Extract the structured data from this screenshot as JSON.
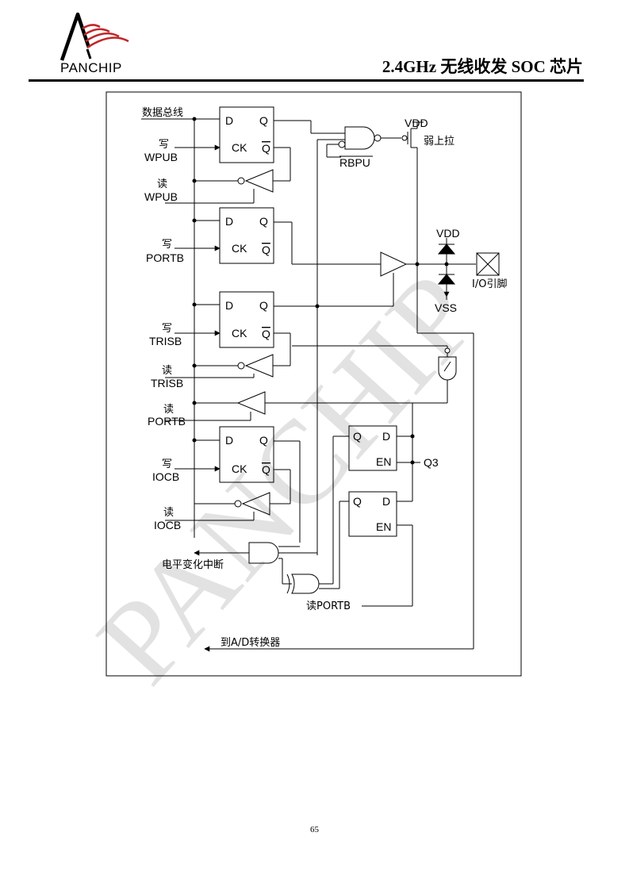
{
  "header": {
    "logo_text": "PANCHIP",
    "title": "2.4GHz 无线收发 SOC 芯片"
  },
  "watermark": "PANCHIP",
  "page_number": "65",
  "diagram": {
    "bus_label": "数据总线",
    "ff_pins": {
      "d": "D",
      "q": "Q",
      "ck": "CK",
      "qbar": "Q"
    },
    "latch_pins": {
      "q": "Q",
      "d": "D",
      "en": "EN"
    },
    "signals": {
      "write": "写",
      "read": "读",
      "wpub": "WPUB",
      "portb": "PORTB",
      "trisb": "TRISB",
      "iocb": "IOCB",
      "rbpu": "RBPU",
      "vdd": "VDD",
      "vss": "VSS",
      "weak_pullup": "弱上拉",
      "io_pin": "I/O引脚",
      "q3": "Q3",
      "change_interrupt": "电平变化中断",
      "read_portb": "读PORTB",
      "to_adc": "到A/D转换器"
    }
  }
}
